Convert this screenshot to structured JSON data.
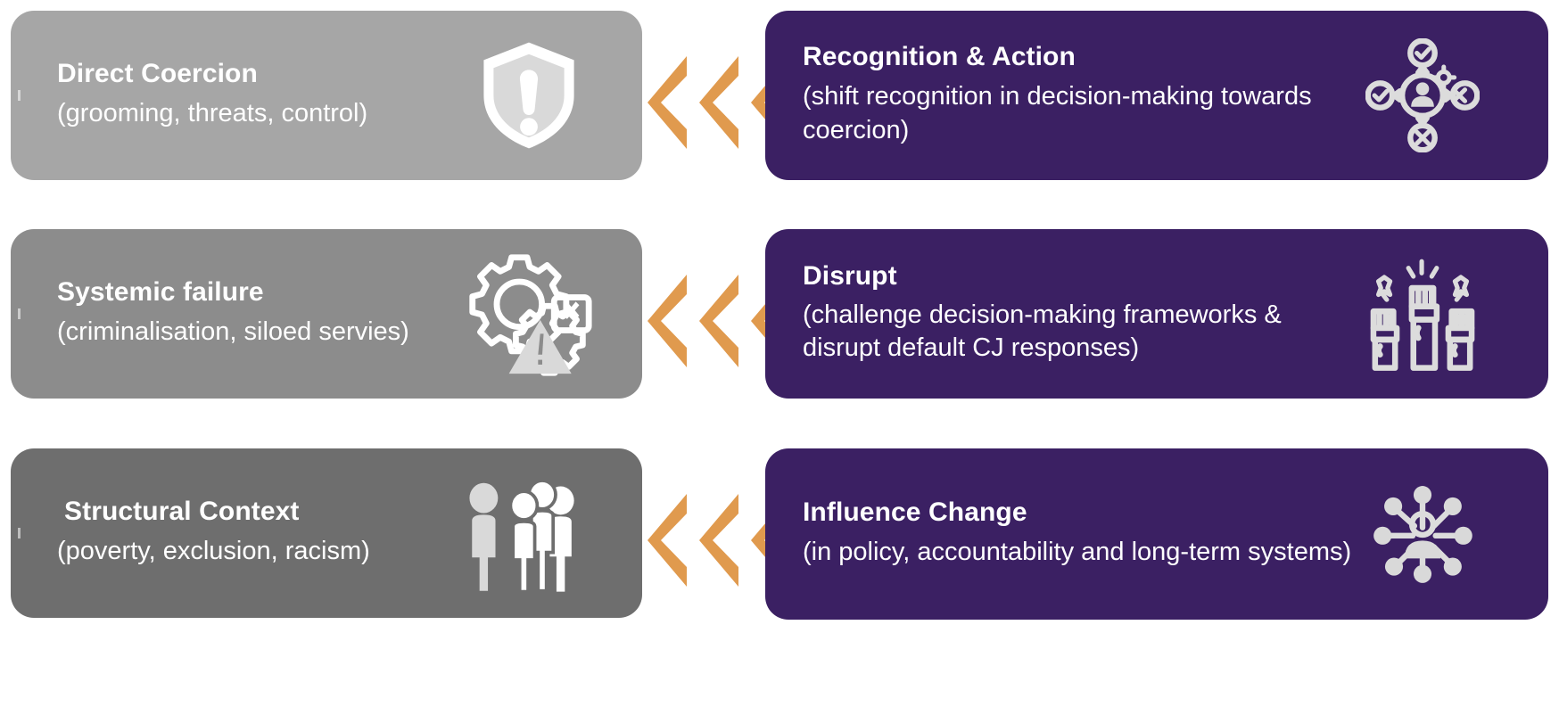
{
  "diagram": {
    "title": "Coercion problem and response framework",
    "colors": {
      "response_purple": "#3b2063",
      "arrow_orange": "#e09a4e",
      "problem_row1_gray": "#a6a6a6",
      "problem_row2_gray": "#8c8c8c",
      "problem_row3_gray": "#6e6e6e",
      "text_white": "#ffffff"
    },
    "rows": [
      {
        "problem": {
          "title": "Direct Coercion",
          "subtitle": "(grooming, threats, control)",
          "icon": "shield-exclamation-icon"
        },
        "arrow": {
          "icon": "triple-chevron-left-icon",
          "direction": "left",
          "count": 3
        },
        "response": {
          "title": "Recognition & Action",
          "subtitle": "(shift recognition in decision-making towards coercion)",
          "icon": "decision-network-person-icon"
        }
      },
      {
        "problem": {
          "title": "Systemic failure",
          "subtitle": "(criminalisation, siloed servies)",
          "icon": "gears-warning-error-icon"
        },
        "arrow": {
          "icon": "triple-chevron-left-icon",
          "direction": "left",
          "count": 3
        },
        "response": {
          "title": "Disrupt",
          "subtitle": "(challenge decision-making frameworks & disrupt default CJ responses)",
          "icon": "raised-fists-icon"
        }
      },
      {
        "problem": {
          "title": "Structural Context",
          "subtitle": "(poverty, exclusion, racism)",
          "icon": "people-group-excluded-icon"
        },
        "arrow": {
          "icon": "triple-chevron-left-icon",
          "direction": "left",
          "count": 3
        },
        "response": {
          "title": "Influence Change",
          "subtitle": "(in policy, accountability and long-term systems)",
          "icon": "radial-network-person-icon"
        }
      }
    ]
  }
}
